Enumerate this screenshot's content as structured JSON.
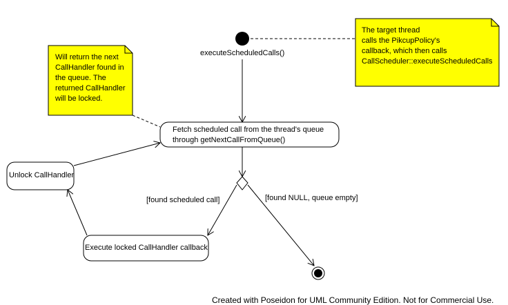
{
  "initial_label": "executeScheduledCalls()",
  "note_top_right": {
    "lines": [
      "The target thread",
      "calls the PikcupPolicy's",
      "callback, which then calls",
      "CallScheduler::executeScheduledCalls"
    ]
  },
  "note_left": {
    "lines": [
      "Will return the next",
      "CallHandler found in",
      "the queue. The",
      "returned CallHandler",
      "will be locked."
    ]
  },
  "states": {
    "fetch": {
      "lines": [
        "Fetch scheduled call from the thread's queue",
        "through getNextCallFromQueue()"
      ]
    },
    "unlock": {
      "label": "Unlock CallHandler"
    },
    "execute": {
      "label": "Execute locked CallHandler callback"
    }
  },
  "guards": {
    "found": "[found scheduled call]",
    "empty": "[found NULL, queue empty]"
  },
  "footer": "Created with Poseidon for UML Community Edition. Not for Commercial Use.",
  "colors": {
    "note_fill": "#ffff00",
    "line": "#000000",
    "state_fill": "#ffffff"
  }
}
